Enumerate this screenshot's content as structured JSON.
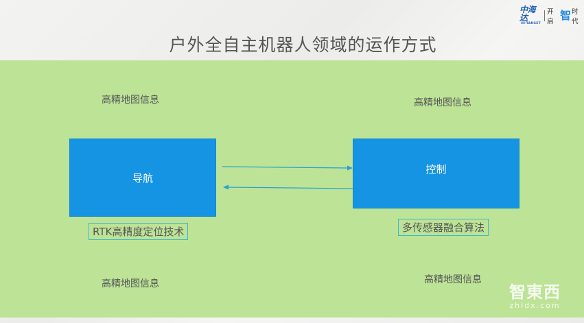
{
  "logo": {
    "brand_cn": "中海达",
    "brand_en": "HI-TARGET",
    "slogan_prefix": "开启",
    "slogan_highlight": "智",
    "slogan_suffix": "时代"
  },
  "slide": {
    "title": "户外全自主机器人领域的运作方式"
  },
  "diagram": {
    "notes": {
      "top_left": "高精地图信息",
      "top_right": "高精地图信息",
      "bottom_left": "高精地图信息",
      "bottom_right": "高精地图信息"
    },
    "nodes": [
      {
        "id": "navigation",
        "label": "导航",
        "tag": "RTK高精度定位技术"
      },
      {
        "id": "control",
        "label": "控制",
        "tag": "多传感器融合算法"
      }
    ],
    "edges": [
      {
        "from": "navigation",
        "to": "control"
      },
      {
        "from": "control",
        "to": "navigation"
      }
    ],
    "colors": {
      "panel": "#bde397",
      "node": "#1594e3",
      "tag_border": "#3fb7c6",
      "arrow": "#2a9fd0"
    }
  },
  "watermark": {
    "cn": "智東西",
    "en": "zhidx.com"
  }
}
